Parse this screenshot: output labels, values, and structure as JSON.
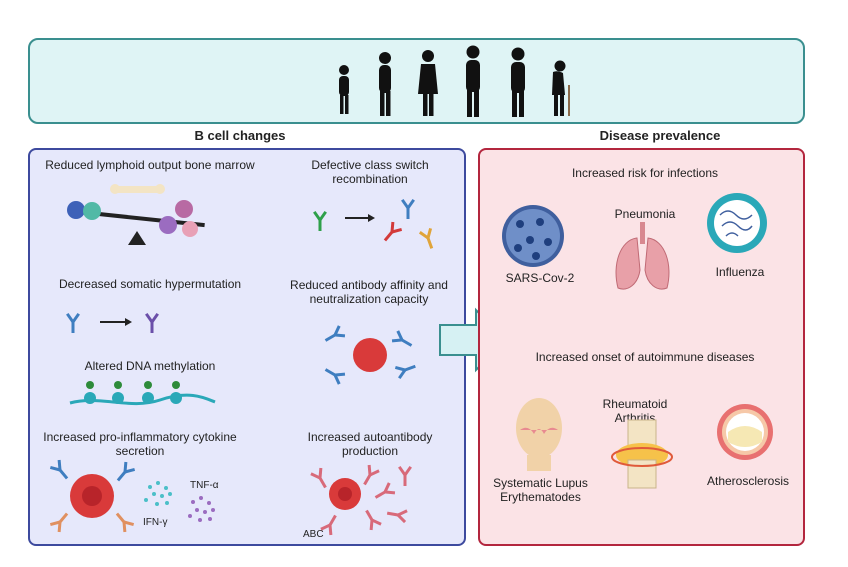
{
  "headings": {
    "b_cell_changes": "B cell changes",
    "disease_prevalence": "Disease prevalence"
  },
  "b_cell": {
    "lymphoid": "Reduced lymphoid output bone marrow",
    "class_switch": "Defective class switch recombination",
    "hypermutation": "Decreased somatic hypermutation",
    "affinity": "Reduced antibody affinity and neutralization capacity",
    "methylation": "Altered DNA methylation",
    "cytokine": "Increased pro-inflammatory cytokine secretion",
    "autoantibody": "Increased autoantibody production",
    "tnf": "TNF-α",
    "ifn": "IFN-γ",
    "abc": "ABC"
  },
  "disease": {
    "infections_header": "Increased risk for infections",
    "sars": "SARS-Cov-2",
    "pneumonia": "Pneumonia",
    "influenza": "Influenza",
    "autoimmune_header": "Increased onset of autoimmune diseases",
    "ra": "Rheumatoid Arthritis",
    "sle": "Systematic Lupus Erythematodes",
    "athero": "Atherosclerosis"
  },
  "colors": {
    "banner_fill": "#dff4f5",
    "banner_border": "#3a8f8f",
    "left_fill": "#e6e8fb",
    "left_border": "#3d4a9e",
    "right_fill": "#fbe3e6",
    "right_border": "#b3263e",
    "arrow_fill": "#d6f1f3"
  }
}
